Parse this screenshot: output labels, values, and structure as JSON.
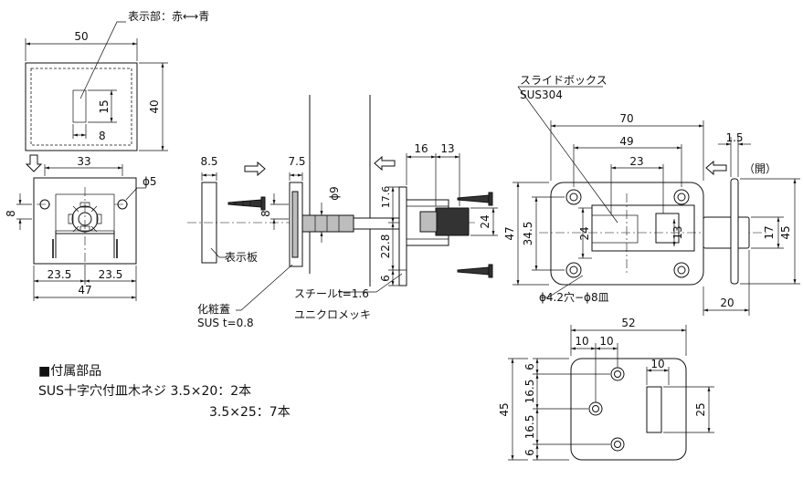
{
  "callouts": {
    "indicator": "表示部：赤⟷青",
    "indicator_plate": "表示板",
    "cover_line1": "化粧蓋",
    "cover_line2": "SUS t=0.8",
    "steel_line1": "スチールt=1.6",
    "steel_line2": "ユニクロメッキ",
    "slide_box_line1": "スライドボックス",
    "slide_box_line2": "SUS304",
    "open": "（開）",
    "holes": "ϕ4.2穴−ϕ8皿"
  },
  "accessories": {
    "heading": "■付属部品",
    "line1": "SUS十字穴付皿木ネジ  3.5×20：2本",
    "line2": "3.5×25：7本"
  },
  "dims": {
    "cover_w": "50",
    "cover_h": "40",
    "win_h": "15",
    "win_w": "8",
    "front_top": "33",
    "front_hole": "ϕ5",
    "front_side": "8",
    "front_half_l": "23.5",
    "front_half_r": "23.5",
    "front_total": "47",
    "plate_t": "8.5",
    "side_t": "7.5",
    "shaft_d": "ϕ9",
    "side_8": "8",
    "side_16": "16",
    "side_13": "13",
    "side_17_6": "17.6",
    "side_22_8": "22.8",
    "side_6": "6",
    "side_24": "24",
    "box_70": "70",
    "box_49": "49",
    "box_23": "23",
    "box_34_5": "34.5",
    "box_47": "47",
    "box_24": "24",
    "box_13": "13",
    "bolt_1_5": "1.5",
    "bolt_17": "17",
    "bolt_45": "45",
    "bolt_20": "20",
    "plate_52": "52",
    "plate_10a": "10",
    "plate_10b": "10",
    "plate_10c": "10",
    "plate_6a": "6",
    "plate_16_5a": "16.5",
    "plate_16_5b": "16.5",
    "plate_6b": "6",
    "plate_45": "45",
    "plate_25": "25"
  }
}
